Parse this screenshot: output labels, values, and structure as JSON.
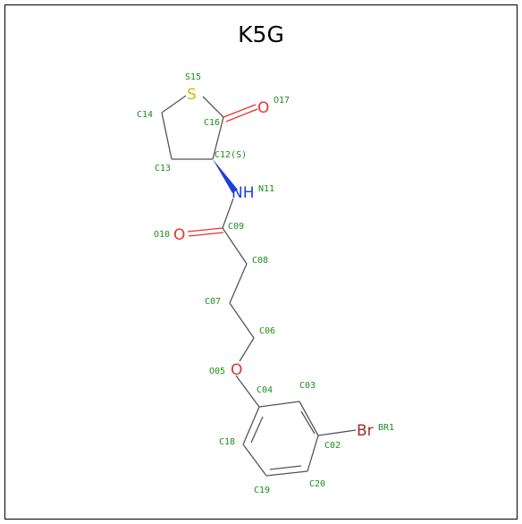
{
  "title": "K5G",
  "colors": {
    "bond": "#555555",
    "label": "#1a8f1a",
    "S": "#d4b800",
    "O": "#e8322d",
    "N": "#1f3fd6",
    "Br": "#a52a2a"
  },
  "elements": {
    "S": "S",
    "O17": "O",
    "N": "NH",
    "O10": "O",
    "O05": "O",
    "Br": "Br"
  },
  "labels": {
    "S15": "S15",
    "O17": "O17",
    "C14": "C14",
    "C16": "C16",
    "C12": "C12(S)",
    "C13": "C13",
    "N11": "N11",
    "O10": "O10",
    "C09": "C09",
    "C08": "C08",
    "C07": "C07",
    "C06": "C06",
    "O05": "O05",
    "C04": "C04",
    "C03": "C03",
    "BR1": "BR1",
    "C18": "C18",
    "C02": "C02",
    "C19": "C19",
    "C20": "C20"
  }
}
